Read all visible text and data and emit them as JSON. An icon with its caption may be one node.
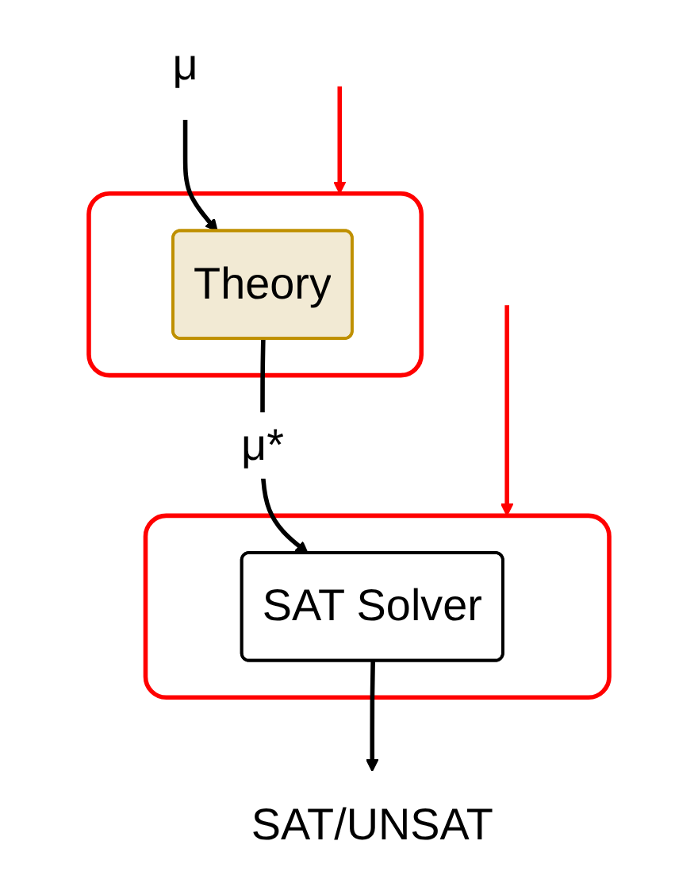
{
  "diagram": {
    "nodes": [
      {
        "text": [
          "μ"
        ]
      },
      {
        "text": [],
        "shape": "box"
      },
      {
        "text": [
          "Theory"
        ],
        "in": 1
      },
      {
        "text": [],
        "shape": "box"
      },
      {
        "text": [
          "SAT Solver"
        ],
        "in": 3
      },
      {
        "text": [
          "SAT/UNSAT"
        ]
      }
    ],
    "edges": [
      {
        "from": 0,
        "to": 2,
        "arrow": "to"
      },
      {
        "from": 2,
        "to": 4,
        "label": "μ*",
        "arrow": "to"
      },
      {
        "from": 4,
        "to": 5,
        "arrow": "to"
      },
      {
        "from": null,
        "to": 1,
        "arrow": "to",
        "color": "#ff0000"
      },
      {
        "from": null,
        "to": 3,
        "arrow": "to",
        "color": "#ff0000"
      }
    ]
  }
}
